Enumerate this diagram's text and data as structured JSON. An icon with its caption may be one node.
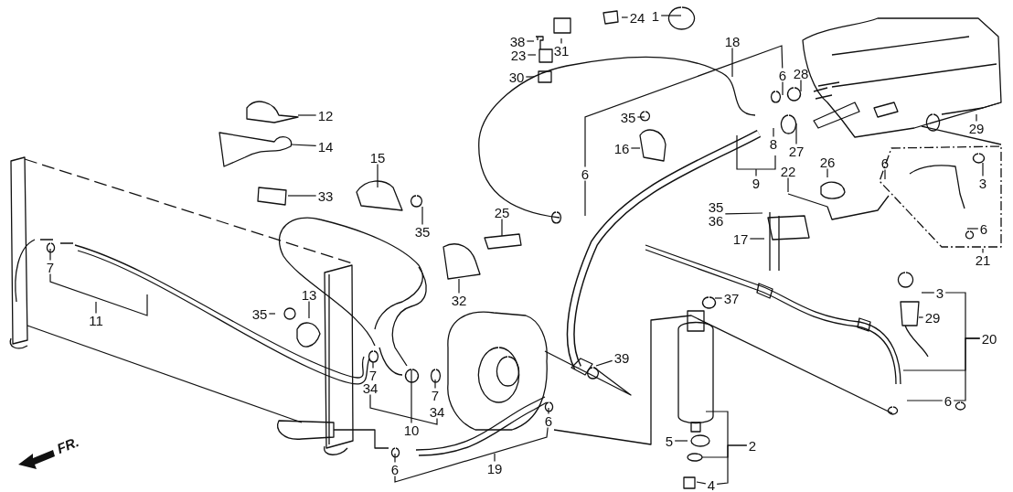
{
  "diagram": {
    "nodes": [
      {
        "text": [
          "1"
        ]
      },
      {
        "text": [
          "24"
        ]
      },
      {
        "text": [
          "38"
        ]
      },
      {
        "text": [
          "18"
        ]
      },
      {
        "text": [
          "31"
        ]
      },
      {
        "text": [
          "23"
        ]
      },
      {
        "text": [
          "30"
        ]
      },
      {
        "text": [
          "6"
        ]
      },
      {
        "text": [
          "28"
        ]
      },
      {
        "text": [
          "12"
        ]
      },
      {
        "text": [
          "35"
        ]
      },
      {
        "text": [
          "29"
        ]
      },
      {
        "text": [
          "14"
        ]
      },
      {
        "text": [
          "8"
        ]
      },
      {
        "text": [
          "16"
        ]
      },
      {
        "text": [
          "27"
        ]
      },
      {
        "text": [
          "15"
        ]
      },
      {
        "text": [
          "6"
        ]
      },
      {
        "text": [
          "26"
        ]
      },
      {
        "text": [
          "6"
        ]
      },
      {
        "text": [
          "22"
        ]
      },
      {
        "text": [
          "3"
        ]
      },
      {
        "text": [
          "9"
        ]
      },
      {
        "text": [
          "33"
        ]
      },
      {
        "text": [
          "35",
          "36"
        ]
      },
      {
        "text": [
          "25"
        ]
      },
      {
        "text": [
          "35"
        ]
      },
      {
        "text": [
          "6"
        ]
      },
      {
        "text": [
          "17"
        ]
      },
      {
        "text": [
          "21"
        ]
      },
      {
        "text": [
          "7"
        ]
      },
      {
        "text": [
          "3"
        ]
      },
      {
        "text": [
          "37"
        ]
      },
      {
        "text": [
          "32"
        ]
      },
      {
        "text": [
          "13"
        ]
      },
      {
        "text": [
          "35"
        ]
      },
      {
        "text": [
          "29"
        ]
      },
      {
        "text": [
          "11"
        ]
      },
      {
        "text": [
          "20"
        ]
      },
      {
        "text": [
          "39"
        ]
      },
      {
        "text": [
          "7"
        ]
      },
      {
        "text": [
          "34"
        ]
      },
      {
        "text": [
          "7"
        ]
      },
      {
        "text": [
          "6"
        ]
      },
      {
        "text": [
          "34"
        ]
      },
      {
        "text": [
          "6"
        ]
      },
      {
        "text": [
          "10"
        ]
      },
      {
        "text": [
          "5"
        ]
      },
      {
        "text": [
          "2"
        ]
      },
      {
        "text": [
          "19"
        ]
      },
      {
        "text": [
          "6"
        ]
      },
      {
        "text": [
          "4"
        ]
      }
    ],
    "edges": [
      {
        "from": 0,
        "to": null,
        "arrow": "none"
      },
      {
        "from": 1,
        "to": null,
        "arrow": "none"
      },
      {
        "from": 2,
        "to": null,
        "arrow": "none"
      },
      {
        "from": 3,
        "to": null,
        "arrow": "none"
      },
      {
        "from": 4,
        "to": null,
        "arrow": "none"
      },
      {
        "from": 5,
        "to": null,
        "arrow": "none"
      },
      {
        "from": 6,
        "to": null,
        "arrow": "none"
      },
      {
        "from": 7,
        "to": null,
        "arrow": "none"
      },
      {
        "from": 8,
        "to": null,
        "arrow": "none"
      },
      {
        "from": 9,
        "to": null,
        "arrow": "none"
      },
      {
        "from": 10,
        "to": null,
        "arrow": "none"
      },
      {
        "from": 11,
        "to": null,
        "arrow": "none"
      },
      {
        "from": 12,
        "to": null,
        "arrow": "none"
      },
      {
        "from": 13,
        "to": null,
        "arrow": "none"
      },
      {
        "from": 14,
        "to": null,
        "arrow": "none"
      },
      {
        "from": 15,
        "to": null,
        "arrow": "none"
      },
      {
        "from": 16,
        "to": null,
        "arrow": "none"
      },
      {
        "from": 17,
        "to": null,
        "arrow": "none"
      },
      {
        "from": 18,
        "to": null,
        "arrow": "none"
      },
      {
        "from": 19,
        "to": null,
        "arrow": "none"
      },
      {
        "from": 20,
        "to": null,
        "arrow": "none"
      },
      {
        "from": 21,
        "to": null,
        "arrow": "none"
      },
      {
        "from": 22,
        "to": null,
        "arrow": "none"
      },
      {
        "from": 23,
        "to": null,
        "arrow": "none"
      },
      {
        "from": 24,
        "to": null,
        "arrow": "none"
      },
      {
        "from": 25,
        "to": null,
        "arrow": "none"
      },
      {
        "from": 26,
        "to": null,
        "arrow": "none"
      },
      {
        "from": 27,
        "to": null,
        "arrow": "none"
      },
      {
        "from": 28,
        "to": null,
        "arrow": "none"
      },
      {
        "from": 29,
        "to": null,
        "arrow": "none"
      },
      {
        "from": 30,
        "to": null,
        "arrow": "none"
      },
      {
        "from": 31,
        "to": null,
        "arrow": "none"
      },
      {
        "from": 32,
        "to": null,
        "arrow": "none"
      },
      {
        "from": 33,
        "to": null,
        "arrow": "none"
      },
      {
        "from": 34,
        "to": null,
        "arrow": "none"
      },
      {
        "from": 35,
        "to": null,
        "arrow": "none"
      },
      {
        "from": 36,
        "to": null,
        "arrow": "none"
      },
      {
        "from": 37,
        "to": null,
        "arrow": "none"
      },
      {
        "from": 38,
        "to": null,
        "arrow": "none"
      },
      {
        "from": 39,
        "to": null,
        "arrow": "none"
      },
      {
        "from": 40,
        "to": null,
        "arrow": "none"
      },
      {
        "from": 41,
        "to": 44,
        "arrow": "none"
      },
      {
        "from": 42,
        "to": null,
        "arrow": "none"
      },
      {
        "from": 43,
        "to": null,
        "arrow": "none"
      },
      {
        "from": 48,
        "to": 51,
        "arrow": "none"
      },
      {
        "from": 45,
        "to": null,
        "arrow": "none"
      },
      {
        "from": 46,
        "to": null,
        "arrow": "none"
      },
      {
        "from": 47,
        "to": null,
        "arrow": "none"
      },
      {
        "from": 48,
        "to": null,
        "arrow": "none"
      },
      {
        "from": 49,
        "to": null,
        "arrow": "none"
      },
      {
        "from": 50,
        "to": null,
        "arrow": "none"
      },
      {
        "from": 51,
        "to": null,
        "arrow": "none"
      },
      {
        "from": 19,
        "to": 7,
        "arrow": "none"
      },
      {
        "from": 38,
        "to": 31,
        "arrow": "none"
      },
      {
        "from": 38,
        "to": 43,
        "arrow": "none"
      },
      {
        "from": 50,
        "to": 45,
        "arrow": "none"
      }
    ],
    "labels": [
      "FR."
    ]
  }
}
